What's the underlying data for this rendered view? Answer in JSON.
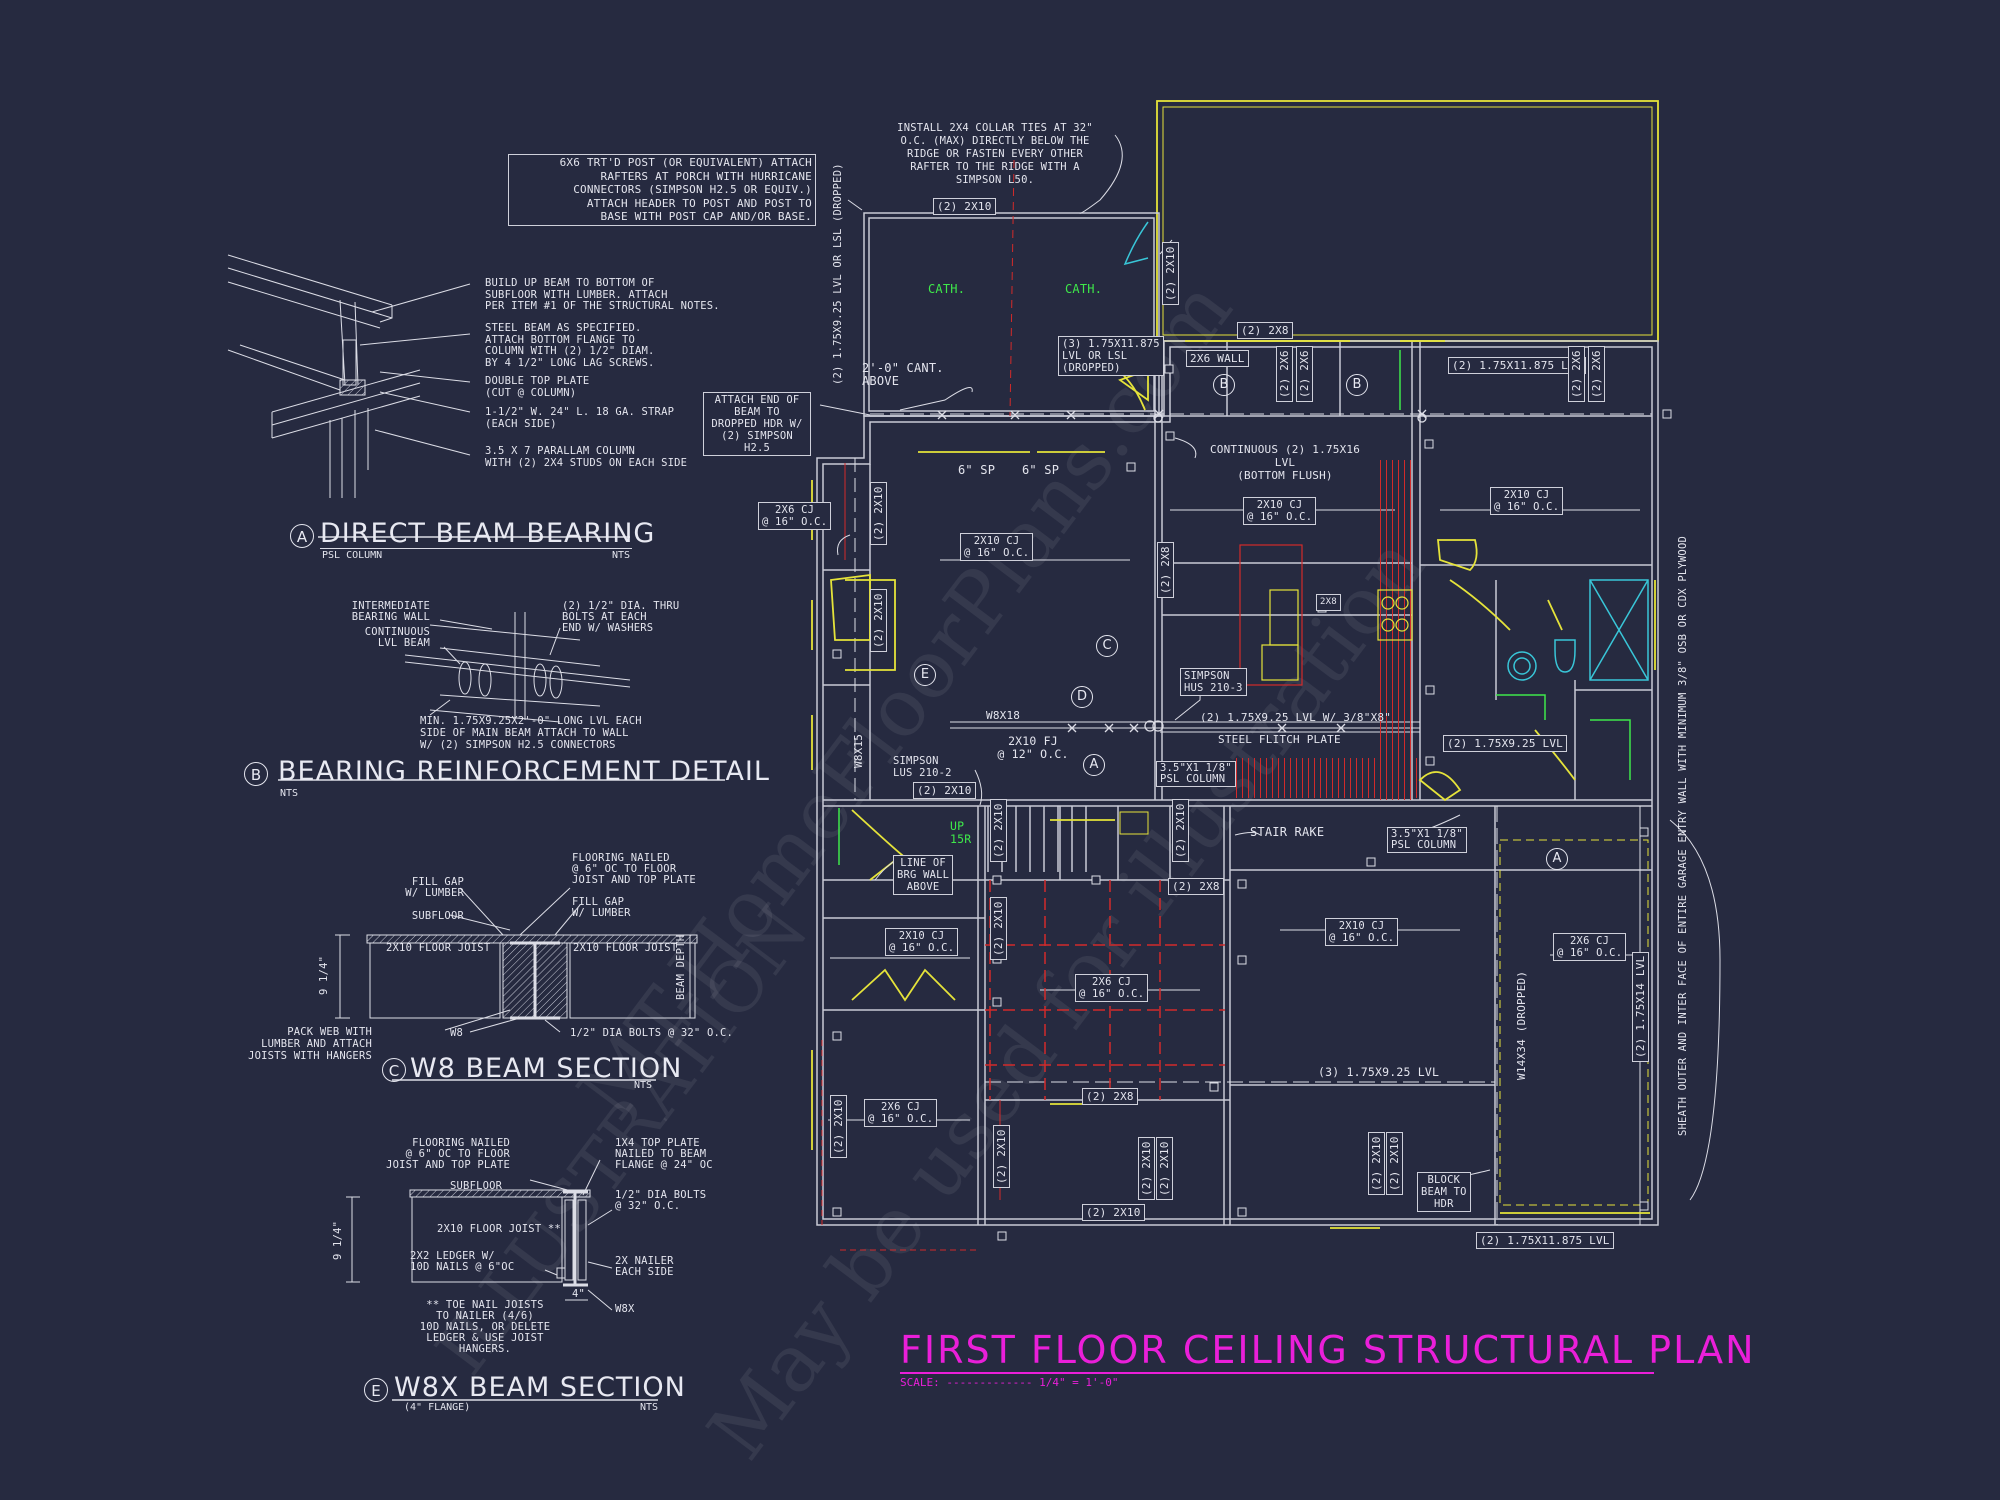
{
  "colors": {
    "background": "#262a40",
    "wall": "#c8cad6",
    "beam": "#dcdde6",
    "window": "#e5e33a",
    "door": "#e5e33a",
    "red_hatch": "#d22a2a",
    "green": "#3ee84a",
    "cyan": "#39c6d8",
    "title_magenta": "#ea1fd9"
  },
  "plan": {
    "title": "FIRST FLOOR CEILING STRUCTURAL PLAN",
    "scale": "SCALE: ------------- 1/4\" = 1'-0\""
  },
  "watermark": [
    "MT-HomeFloorPlans.com",
    "ILLUSTRATION",
    "May be used for illustration"
  ],
  "details": {
    "a": {
      "marker": "A",
      "title": "DIRECT BEAM BEARING",
      "sub": "PSL COLUMN",
      "nts": "NTS",
      "notes": {
        "n1": "BUILD UP BEAM TO BOTTOM OF\nSUBFLOOR WITH LUMBER. ATTACH\nPER ITEM #1 OF THE STRUCTURAL NOTES.",
        "n2": "STEEL BEAM AS SPECIFIED.\nATTACH BOTTOM FLANGE TO\nCOLUMN WITH (2) 1/2\" DIAM.\nBY 4 1/2\" LONG LAG SCREWS.",
        "n3": "DOUBLE TOP PLATE\n(CUT @ COLUMN)",
        "n4": "1-1/2\" W. 24\" L. 18 GA. STRAP\n(EACH SIDE)",
        "n5": "3.5 X 7 PARALLAM COLUMN\nWITH (2) 2X4 STUDS ON EACH SIDE"
      }
    },
    "b": {
      "marker": "B",
      "title": "BEARING REINFORCEMENT DETAIL",
      "nts": "NTS",
      "notes": {
        "n1": "INTERMEDIATE\nBEARING WALL",
        "n2": "CONTINUOUS\nLVL BEAM",
        "n3": "(2) 1/2\" DIA. THRU\nBOLTS AT EACH\nEND W/ WASHERS",
        "n4": "MIN. 1.75x9.25x2'-0\" LONG LVL EACH\nSIDE OF MAIN BEAM ATTACH TO WALL\nw/ (2) SIMPSON H2.5 CONNECTORS"
      }
    },
    "c": {
      "marker": "C",
      "title": "W8 BEAM SECTION",
      "nts": "NTS",
      "notes": {
        "n1": "FILL GAP\nw/ LUMBER",
        "n2": "SUBFLOOR",
        "n3": "FLOORING NAILED\n@ 6\" OC TO FLOOR\nJOIST AND TOP PLATE",
        "n4": "FILL GAP\nw/ LUMBER",
        "n5": "2x10 FLOOR JOIST",
        "n6": "2x10 FLOOR JOIST",
        "n7": "9 1/4\"",
        "n8": "BEAM\nDEPTH",
        "n9": "PACK WEB WITH\nLUMBER AND ATTACH\nJOISTS WITH HANGERS",
        "n10": "W8",
        "n11": "1/2\" DIA BOLTS @ 32\" O.C."
      }
    },
    "e": {
      "marker": "E",
      "title": "W8x  BEAM SECTION",
      "sub": "(4\" FLANGE)",
      "nts": "NTS",
      "notes": {
        "n1": "FLOORING NAILED\n@ 6\" OC TO FLOOR\nJOIST AND TOP PLATE",
        "n2": "SUBFLOOR",
        "n3": "1x4 TOP PLATE\nNAILED TO BEAM\nFLANGE @ 24\" OC",
        "n4": "1/2\" DIA BOLTS\n@ 32\" O.C.",
        "n5": "2x10 FLOOR JOIST **",
        "n6": "2x2 LEDGER W/\n10d NAILS @ 6\"OC",
        "n7": "2x NAILER\nEACH SIDE",
        "n8": "9 1/4\"",
        "n9": "4\"",
        "n10": "W8x",
        "n11": "** TOE NAIL JOISTS\nTO NAILER (4/6)\n10d NAILS, OR DELETE\nLEDGER & USE JOIST\nHANGERS."
      }
    }
  },
  "callouts": {
    "porch_post": "6x6 TRT'D POST (OR EQUIVALENT) ATTACH\nRAFTERS AT PORCH WITH HURRICANE\nCONNECTORS (SIMPSON H2.5 OR EQUIV.)\nATTACH HEADER TO POST AND POST TO\nBASE WITH POST CAP AND/OR BASE.",
    "collar_ties": "INSTALL 2X4 COLLAR TIES AT 32\"\nO.C. (MAX) DIRECTLY BELOW THE\nRIDGE OR FASTEN EVERY OTHER\nRAFTER TO THE RIDGE WITH A\nSIMPSON L50.",
    "attach_end": "ATTACH END OF\nBEAM TO\nDROPPED HDR w/\n(2) SIMPSON H2.5",
    "cant": "2'-0\" CANT.\nABOVE",
    "lvl_porch_vert": "(2) 1.75x9.25 LVL\nOR LSL (DROPPED)",
    "porch_2x10": "(2) 2x10",
    "porch_2x10_side": "(2) 2x10",
    "cath_left": "CATH.",
    "cath_right": "CATH.",
    "lvl_dropped": "(3) 1.75x11.875\nLVL OR LSL\n(DROPPED)",
    "r_2x8_top": "(2) 2x8",
    "wall_2x6": "2x6 WALL",
    "r_2x6_a": "(2) 2x6",
    "r_2x6_b": "(2) 2x6",
    "lvl_right_top": "(2) 1.75x11.875 LVL",
    "r_2x6_c": "(2) 2x6",
    "cont_lvl": "CONTINUOUS (2) 1.75x16 LVL\n(BOTTOM FLUSH)",
    "sp_1": "6\" SP",
    "sp_2": "6\" SP",
    "cj_2x6": "2x6 CJ\n@ 16\" O.C.",
    "r_2x10_a": "(2) 2x10",
    "cj_2x10_living": "2x10 CJ\n@ 16\" O.C.",
    "cj_2x10_kitchen": "2x10 CJ\n@ 16\" O.C.",
    "cj_2x10_right": "2x10 CJ\n@ 16\" O.C.",
    "r_2x8_b": "(2) 2x8",
    "r_2x8_kit": "2x8",
    "simpson_hus": "SIMPSON\nHUS 210-3",
    "w8x18": "W8x18",
    "lvl_flitch": "(2) 1.75x9.25 LVL  W/ 3/8\"x8\"",
    "flitch": "STEEL FLITCH PLATE",
    "lvl_925_r": "(2) 1.75x9.25 LVL",
    "fj": "2x10 FJ\n@ 12\" O.C.",
    "w8x15": "W8x15",
    "simpson_lus": "SIMPSON\nLUS 210-2",
    "psl_1": "3.5\"x1 1/8\"\nPSL COLUMN",
    "psl_2": "3.5\"x1 1/8\"\nPSL COLUMN",
    "r_2x10_b": "(2) 2x10",
    "up": "UP\n15R",
    "line_brg": "LINE OF\nBRG WALL\nABOVE",
    "stair_rake": "STAIR RAKE",
    "r_2x10_stair": "(2) 2x10",
    "r_2x10_stair2": "(2) 2x10",
    "r_2x8_c": "(2) 2x8",
    "cj_2x10_lower": "2x10 CJ\n@ 16\" O.C.",
    "r_2x10_c": "(2) 2x10",
    "r_2x10_d": "(2) 2x10",
    "cj_2x6_center": "2x6 CJ\n@ 16\" O.C.",
    "cj_2x10_garage": "2x10 CJ\n@ 16\" O.C.",
    "cj_2x6_garage": "2x6 CJ\n@ 16\" O.C.",
    "w14": "W14x34 (DROPPED)",
    "lvl_3_925": "(3) 1.75x9.25 LVL",
    "lvl_2_14": "(2) 1.75x14 LVL",
    "r_2x8_d": "(2) 2x8",
    "cj_2x6_low": "2x6 CJ\n@ 16\" O.C.",
    "r_2x10_e": "(2) 2x10",
    "r_2x10_f": "(2) 2x10",
    "r_2x10_g": "(2) 2x10",
    "r_2x10_h": "(2) 2x10",
    "r_2x10_i": "(2) 2x10",
    "r_2x10_j": "(2) 2x10",
    "block": "BLOCK\nBEAM TO\nHDR",
    "lvl_bottom": "(2) 1.75x11.875 LVL",
    "sheath": "SHEATH OUTER AND INTER FACE\nOF ENTIRE GARAGE ENTRY WALL WITH\nMINIMUM 3/8\" OSB OR CDX PLYWOOD"
  },
  "markers": {
    "b1": "B",
    "b2": "B",
    "c": "C",
    "d": "D",
    "e": "E",
    "a1": "A",
    "a2": "A"
  }
}
